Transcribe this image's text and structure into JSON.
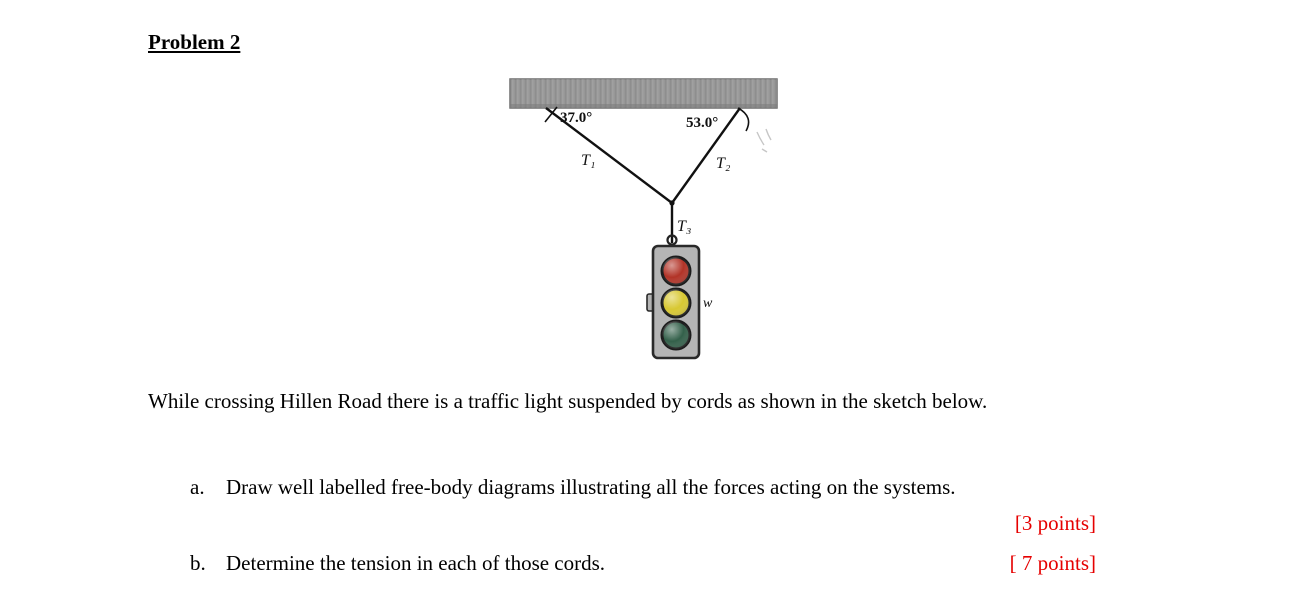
{
  "document": {
    "title": "Problem 2",
    "paragraph": "While crossing Hillen Road there is a traffic light suspended by cords as shown in the sketch below.",
    "items": [
      {
        "marker": "a.",
        "text": "Draw well labelled free-body diagrams illustrating all the forces acting on the systems.",
        "points": "[3 points]"
      },
      {
        "marker": "b.",
        "text": "Determine the tension in each of those cords.",
        "points": "[ 7 points]"
      }
    ],
    "points_color": "#e60000"
  },
  "diagram": {
    "labels": {
      "angle_left": "37.0°",
      "angle_right": "53.0°",
      "tension_1": "T₁",
      "tension_2": "T₂",
      "tension_3": "T₃",
      "weight": "w"
    },
    "colors": {
      "beam": "#9a9a9a",
      "cord": "#111111",
      "housing": "#b5b5b5",
      "red_light": "#b23327",
      "yellow_light": "#d8c832",
      "green_light": "#33604a"
    }
  }
}
